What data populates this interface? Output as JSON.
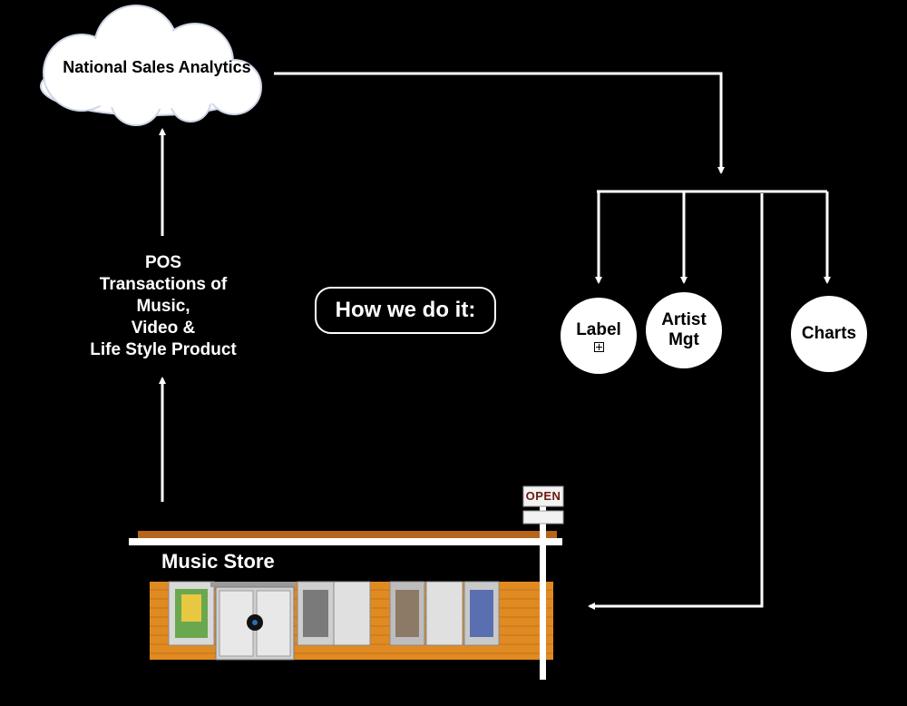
{
  "cloud": {
    "title": "National Sales Analytics"
  },
  "pos": {
    "lines": [
      "POS",
      "Transactions of",
      "Music,",
      "Video &",
      "Life Style Product"
    ]
  },
  "center": {
    "label": "How we do it:"
  },
  "outputs": [
    {
      "label_lines": [
        "Label"
      ],
      "icon": "expand-icon"
    },
    {
      "label_lines": [
        "Artist",
        "Mgt"
      ]
    },
    {
      "label_lines": [
        "Charts"
      ]
    }
  ],
  "store": {
    "sign": "Music Store",
    "open_sign": "OPEN"
  },
  "colors": {
    "background": "#000000",
    "line": "#ffffff",
    "storefront": "#e08a22",
    "roof": "#b5651d",
    "open_text": "#6b1a0e"
  }
}
